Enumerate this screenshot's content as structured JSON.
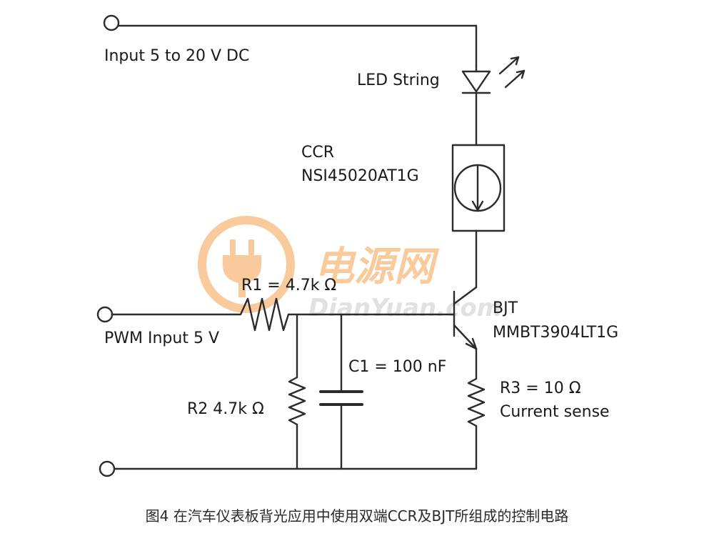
{
  "labels": {
    "input_dc": "Input  5 to 20 V DC",
    "led_string": "LED String",
    "ccr": "CCR",
    "ccr_part": "NSI45020AT1G",
    "r1": "R1 = 4.7k Ω",
    "bjt": "BJT",
    "bjt_part": "MMBT3904LT1G",
    "pwm_input": "PWM Input  5 V",
    "c1": "C1 = 100 nF",
    "r2": "R2 4.7k Ω",
    "r3": "R3 = 10 Ω",
    "current_sense": "Current sense"
  },
  "watermark": {
    "cn": "电源网",
    "en": "DianYuan.com",
    "color": "#f5a04a"
  },
  "caption": "图4 在汽车仪表板背光应用中使用双端CCR及BJT所组成的控制电路",
  "colors": {
    "wire": "#2b2b2b",
    "text": "#1a1a1a"
  }
}
